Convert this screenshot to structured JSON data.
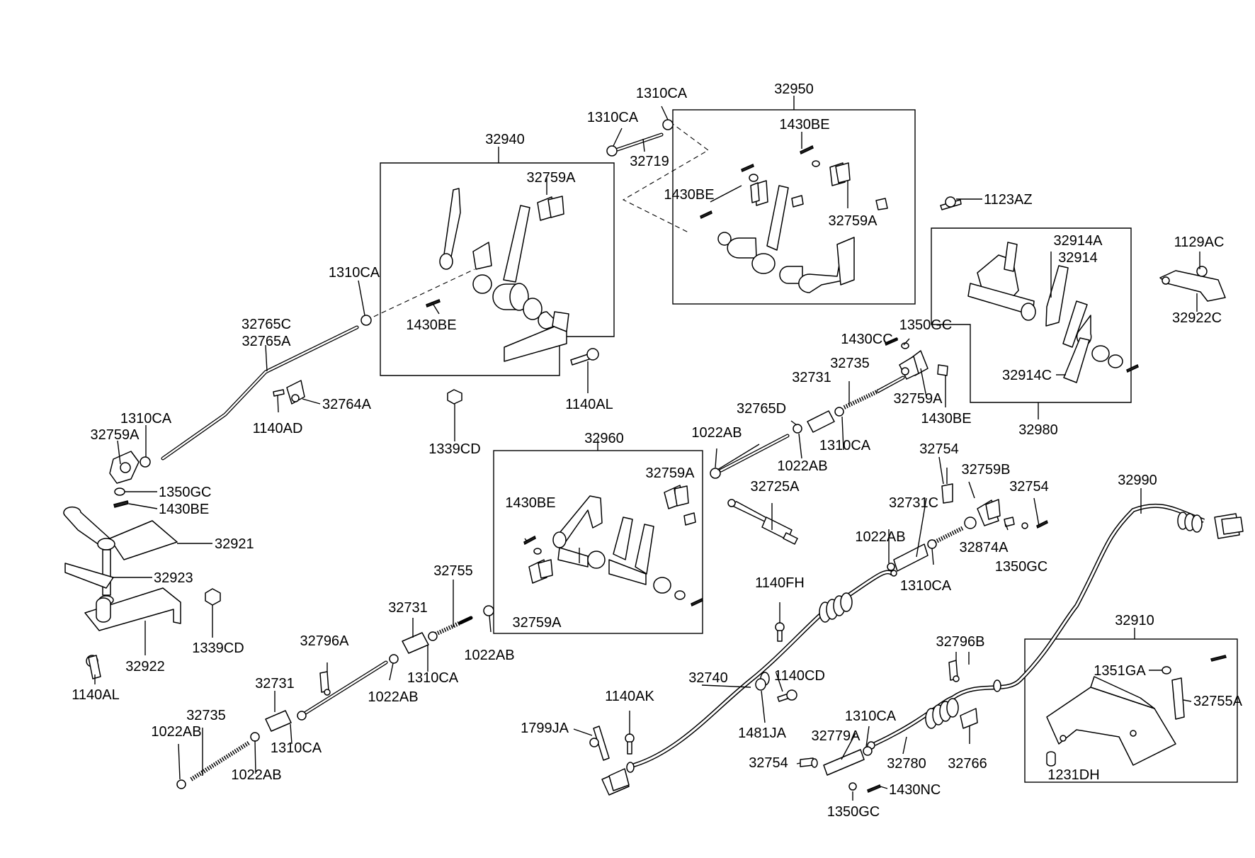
{
  "labels": {
    "l32950": "32950",
    "l1310CA_top": "1310CA",
    "l1310CA_top2": "1310CA",
    "l32719": "32719",
    "l1430BE_a": "1430BE",
    "l1430BE_b": "1430BE",
    "l32759A_a": "32759A",
    "l1123AZ": "1123AZ",
    "l32940": "32940",
    "l32759A_b": "32759A",
    "l1310CA_c": "1310CA",
    "l1430BE_c": "1430BE",
    "l32765C": "32765C",
    "l32765A": "32765A",
    "l32764A": "32764A",
    "l1140AD": "1140AD",
    "l1310CA_d": "1310CA",
    "l32759A_c": "32759A",
    "l1350GC_a": "1350GC",
    "l1430BE_d": "1430BE",
    "l32921": "32921",
    "l32923": "32923",
    "l1339CD_a": "1339CD",
    "l32922": "32922",
    "l1140AL_a": "1140AL",
    "l1339CD_b": "1339CD",
    "l1140AL_b": "1140AL",
    "l32914A": "32914A",
    "l32914": "32914",
    "l1129AC": "1129AC",
    "l32922C": "32922C",
    "l32914C": "32914C",
    "l32980": "32980",
    "l1430CC": "1430CC",
    "l1350GC_b": "1350GC",
    "l32735_a": "32735",
    "l32731_a": "32731",
    "l32765D": "32765D",
    "l1022AB_a": "1022AB",
    "l1022AB_b": "1022AB",
    "l1310CA_e": "1310CA",
    "l32759A_d": "32759A",
    "l1430BE_e": "1430BE",
    "l32960": "32960",
    "l32759A_e": "32759A",
    "l1430BE_f": "1430BE",
    "l32759A_f": "32759A",
    "l32725A": "32725A",
    "l32754_a": "32754",
    "l32759B": "32759B",
    "l32754_b": "32754",
    "l32731C": "32731C",
    "l1022AB_c": "1022AB",
    "l32874A": "32874A",
    "l1350GC_c": "1350GC",
    "l1310CA_f": "1310CA",
    "l32990": "32990",
    "l32755": "32755",
    "l32731_b": "32731",
    "l1022AB_d": "1022AB",
    "l32796A": "32796A",
    "l1310CA_g": "1310CA",
    "l1022AB_e": "1022AB",
    "l32731_c": "32731",
    "l32735_b": "32735",
    "l1022AB_f": "1022AB",
    "l1310CA_h": "1310CA",
    "l1022AB_g": "1022AB",
    "l1140FH": "1140FH",
    "l32740": "32740",
    "l1140CD": "1140CD",
    "l1140AK": "1140AK",
    "l1799JA": "1799JA",
    "l1481JA": "1481JA",
    "l32796B": "32796B",
    "l1310CA_i": "1310CA",
    "l32779A": "32779A",
    "l32754_c": "32754",
    "l32780": "32780",
    "l32766": "32766",
    "l1430NC": "1430NC",
    "l1350GC_d": "1350GC",
    "l32910": "32910",
    "l1351GA": "1351GA",
    "l32755A": "32755A",
    "l1231DH": "1231DH"
  }
}
